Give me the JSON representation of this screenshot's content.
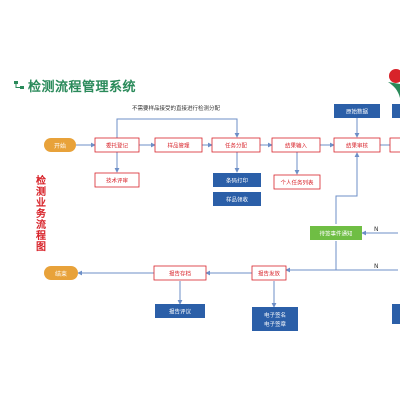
{
  "app": {
    "title": "检测流程管理系统",
    "side_label": "检测业务流程图"
  },
  "nodes": {
    "start": "开始",
    "end": "结束",
    "commission": "委托登记",
    "tech_review": "技术评审",
    "sample_mgmt": "样品管理",
    "task_assign": "任务分配",
    "barcode_print": "条码打印",
    "sample_receive": "样品领收",
    "result_entry": "结果输入",
    "personal_tasks": "个人任务列表",
    "raw_data": "原始数据",
    "result_audit": "结果审核",
    "pending_notice": "待签事件通知",
    "report_issue": "报告发放",
    "e_sign_1": "电子签名",
    "e_sign_2": "电子签章",
    "report_archive": "报告存档",
    "report_review": "报告评议"
  },
  "annotations": {
    "skip_note": "不需要样品接受的直接进行检测分配",
    "n1": "N",
    "n2": "N"
  },
  "colors": {
    "title": "#2a8a5a",
    "start_end": "#e8a23a",
    "step_border": "#d8232a",
    "step_text": "#d8232a",
    "blue": "#2b5fa8",
    "green": "#6fbe44",
    "connector": "#6d8fc7"
  }
}
